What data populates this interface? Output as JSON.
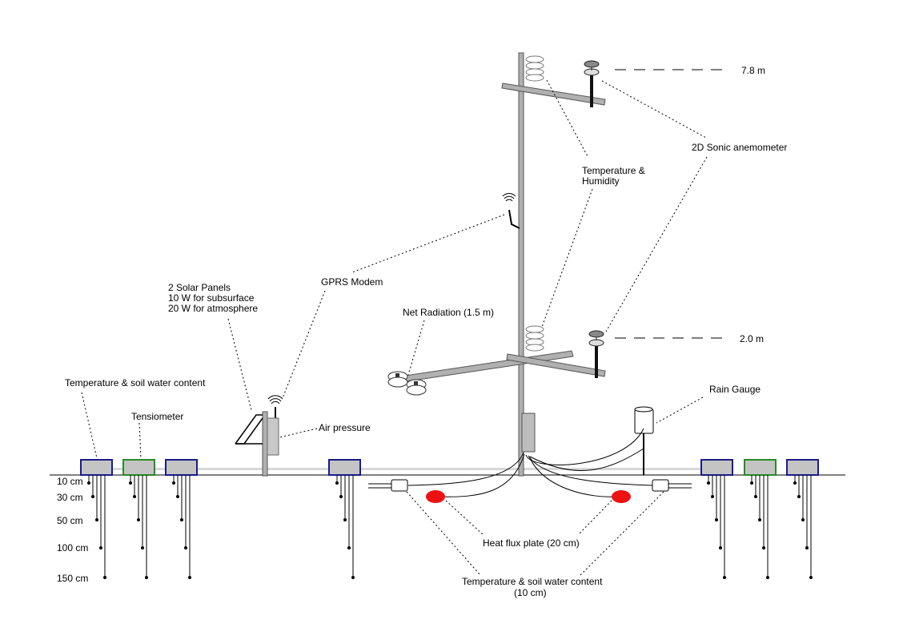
{
  "labels": {
    "height_top": "7.8 m",
    "height_low": "2.0 m",
    "sonic": "2D Sonic anemometer",
    "temp_hum_line1": "Temperature &",
    "temp_hum_line2": "Humidity",
    "gprs": "GPRS Modem",
    "solar_line1": "2 Solar Panels",
    "solar_line2": "10 W for subsurface",
    "solar_line3": "20 W for atmosphere",
    "net_radiation": "Net Radiation (1.5 m)",
    "air_pressure": "Air pressure",
    "rain_gauge": "Rain Gauge",
    "temp_soil": "Temperature & soil water content",
    "tensiometer": "Tensiometer",
    "heat_flux": "Heat flux plate (20 cm)",
    "temp_soil_10_line1": "Temperature & soil water content",
    "temp_soil_10_line2": "(10 cm)"
  },
  "depths": [
    "10 cm",
    "30 cm",
    "50 cm",
    "100 cm",
    "150 cm"
  ],
  "colors": {
    "logger_border": "#1b1b8a",
    "tensiometer_border": "#2a8a2a",
    "heat_flux_plate": "#ee1111",
    "pole": "#b0b0b0"
  }
}
